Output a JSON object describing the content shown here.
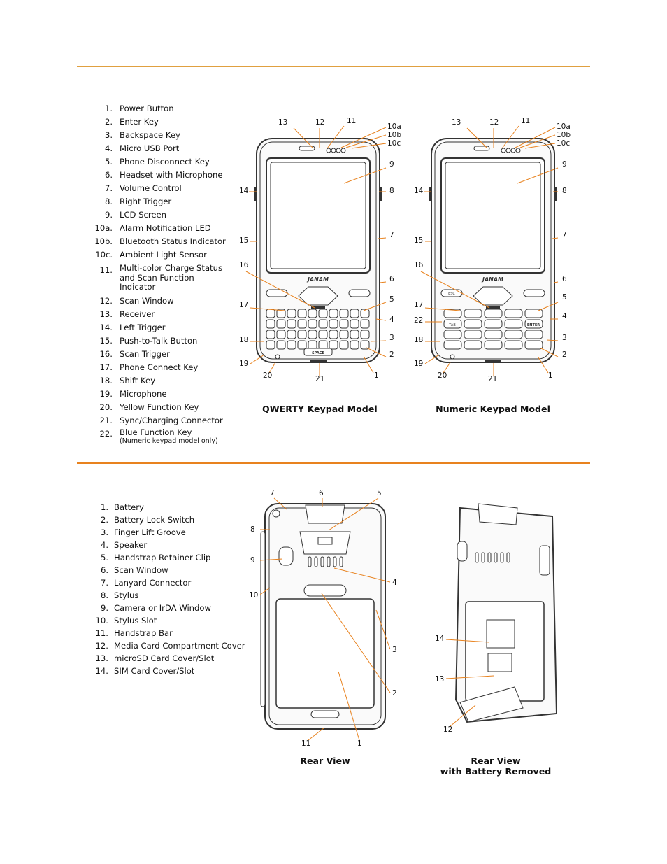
{
  "colors": {
    "rule_top": "#e0a040",
    "rule_mid": "#e8821e",
    "leader": "#e8821e",
    "device": "#333333"
  },
  "front_legend": [
    {
      "num": "1.",
      "label": "Power Button"
    },
    {
      "num": "2.",
      "label": "Enter Key"
    },
    {
      "num": "3.",
      "label": "Backspace Key"
    },
    {
      "num": "4.",
      "label": "Micro USB Port"
    },
    {
      "num": "5.",
      "label": "Phone Disconnect Key"
    },
    {
      "num": "6.",
      "label": "Headset with Microphone"
    },
    {
      "num": "7.",
      "label": "Volume Control"
    },
    {
      "num": "8.",
      "label": "Right Trigger"
    },
    {
      "num": "9.",
      "label": "LCD Screen"
    },
    {
      "num": "10a.",
      "label": "Alarm Notification LED"
    },
    {
      "num": "10b.",
      "label": "Bluetooth Status Indicator"
    },
    {
      "num": "10c.",
      "label": "Ambient Light Sensor"
    },
    {
      "num": "11.",
      "label": "Multi-color Charge Status",
      "sub": [
        "and Scan Function",
        "Indicator"
      ]
    },
    {
      "num": "12.",
      "label": "Scan Window"
    },
    {
      "num": "13.",
      "label": "Receiver"
    },
    {
      "num": "14.",
      "label": "Left Trigger"
    },
    {
      "num": "15.",
      "label": "Push-to-Talk Button"
    },
    {
      "num": "16.",
      "label": "Scan Trigger"
    },
    {
      "num": "17.",
      "label": "Phone Connect Key"
    },
    {
      "num": "18.",
      "label": "Shift Key"
    },
    {
      "num": "19.",
      "label": "Microphone"
    },
    {
      "num": "20.",
      "label": "Yellow Function Key"
    },
    {
      "num": "21.",
      "label": "Sync/Charging Connector"
    },
    {
      "num": "22.",
      "label": "Blue Function Key",
      "note": "(Numeric keypad model only)"
    }
  ],
  "rear_legend": [
    {
      "num": "1.",
      "label": "Battery"
    },
    {
      "num": "2.",
      "label": "Battery Lock Switch"
    },
    {
      "num": "3.",
      "label": "Finger Lift Groove"
    },
    {
      "num": "4.",
      "label": "Speaker"
    },
    {
      "num": "5.",
      "label": "Handstrap Retainer Clip"
    },
    {
      "num": "6.",
      "label": "Scan Window"
    },
    {
      "num": "7.",
      "label": "Lanyard Connector"
    },
    {
      "num": "8.",
      "label": "Stylus"
    },
    {
      "num": "9.",
      "label": "Camera or IrDA Window"
    },
    {
      "num": "10.",
      "label": "Stylus Slot"
    },
    {
      "num": "11.",
      "label": "Handstrap Bar"
    },
    {
      "num": "12.",
      "label": "Media Card Compartment Cover"
    },
    {
      "num": "13.",
      "label": "microSD Card Cover/Slot"
    },
    {
      "num": "14.",
      "label": "SIM Card Cover/Slot"
    }
  ],
  "qwerty_caption": "QWERTY Keypad Model",
  "numeric_caption": "Numeric Keypad Model",
  "rear_caption": "Rear View",
  "rear_removed_caption": [
    "Rear View",
    "with Battery Removed"
  ],
  "brand": "JANAM",
  "key_labels": {
    "space": "SPACE",
    "tab": "TAB",
    "enter": "ENTER",
    "esc": "ESC"
  },
  "page_number": "–",
  "callouts": {
    "qwerty": [
      "13",
      "12",
      "11",
      "10a",
      "10b",
      "10c",
      "9",
      "14",
      "8",
      "15",
      "7",
      "16",
      "6",
      "5",
      "17",
      "4",
      "18",
      "3",
      "19",
      "2",
      "20",
      "21",
      "1"
    ],
    "numeric": [
      "13",
      "12",
      "11",
      "10a",
      "10b",
      "10c",
      "9",
      "14",
      "8",
      "15",
      "7",
      "16",
      "6",
      "5",
      "17",
      "4",
      "22",
      "18",
      "3",
      "19",
      "2",
      "20",
      "21",
      "1"
    ],
    "rear": [
      "7",
      "6",
      "5",
      "8",
      "9",
      "4",
      "10",
      "3",
      "2",
      "11",
      "1"
    ],
    "rear_removed": [
      "14",
      "13",
      "12"
    ]
  }
}
